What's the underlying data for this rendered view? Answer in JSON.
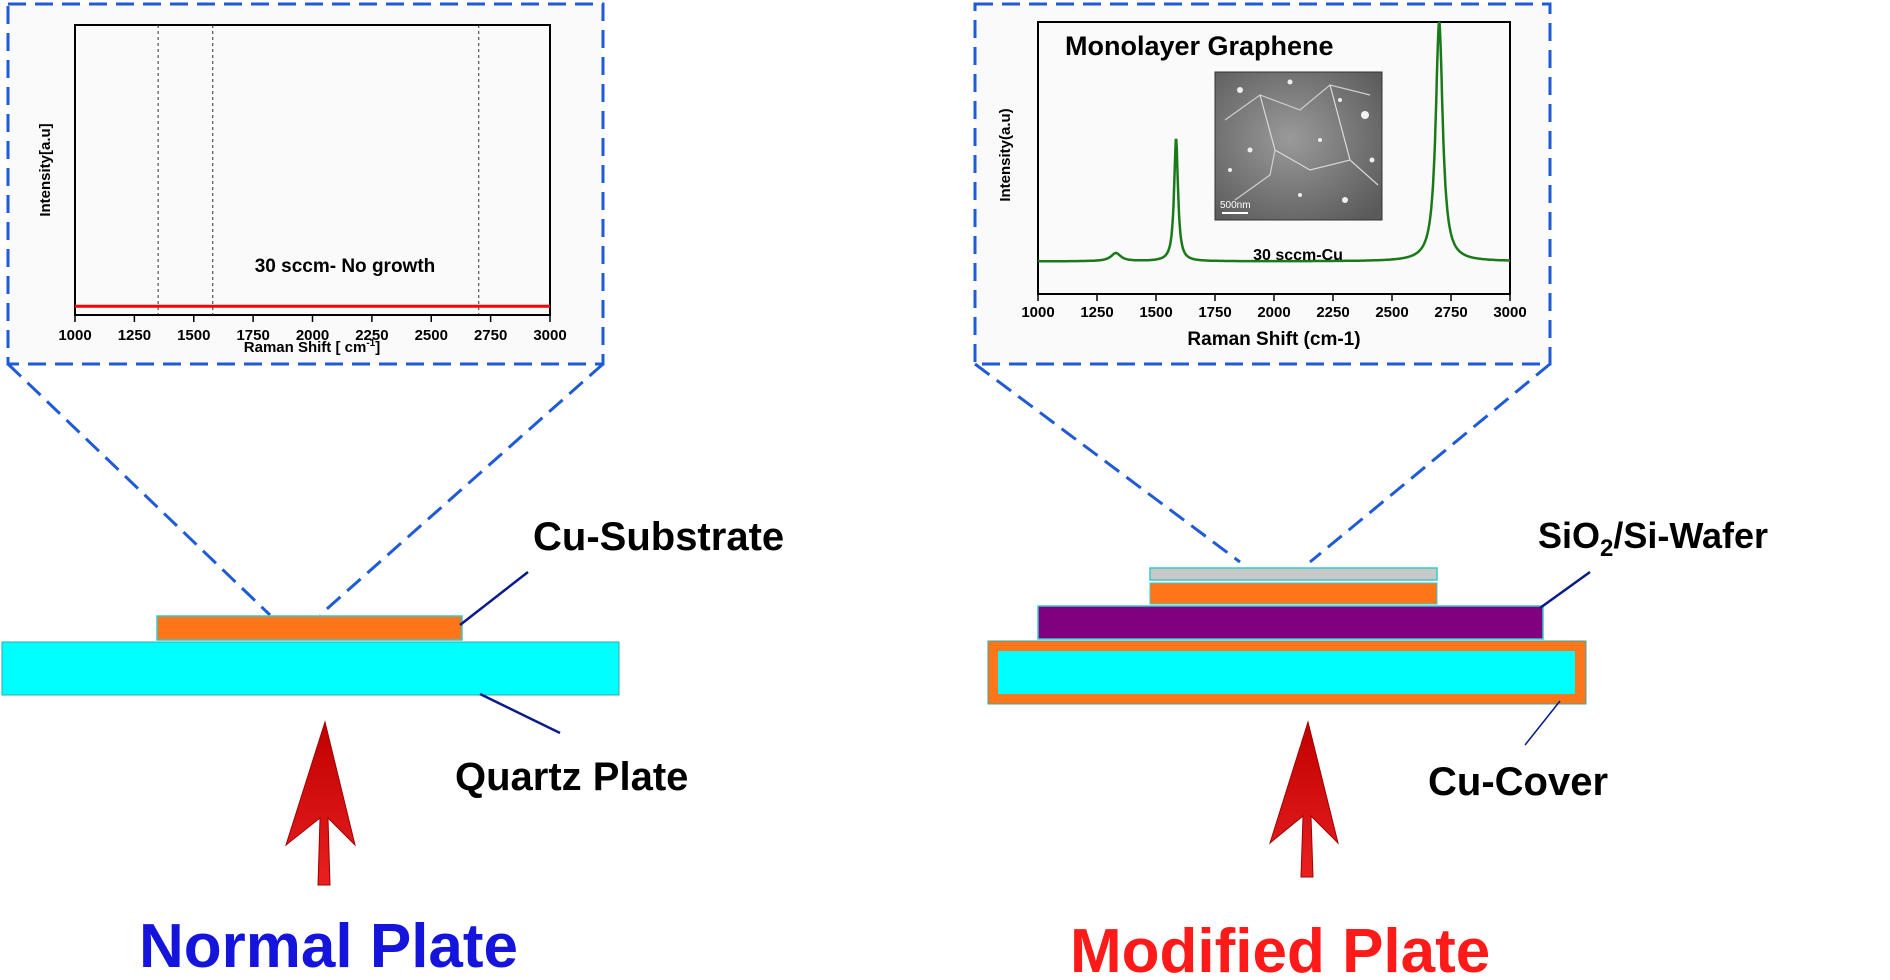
{
  "colors": {
    "quartz": "#00ffff",
    "copper": "#ff7519",
    "wafer": "#800080",
    "wafer_top": "#c8c8c8",
    "zoom_frame": "#1f5bd6",
    "leader": "#0a1a8a",
    "arrow": "#d40000",
    "normal_title": "#1414dc",
    "modified_title": "#ff1a1a",
    "no_growth_line": "#ff0000",
    "graphene_line": "#1a7a1a"
  },
  "left": {
    "title": "Normal Plate",
    "labels": {
      "substrate": "Cu-Substrate",
      "plate": "Quartz Plate"
    },
    "heat_arrow_icon": "up-arrow-icon"
  },
  "right": {
    "title": "Modified Plate",
    "labels": {
      "wafer_prefix": "SiO",
      "wafer_sub": "2",
      "wafer_suffix": "/Si-Wafer",
      "cover": "Cu-Cover"
    },
    "heat_arrow_icon": "up-arrow-icon",
    "inset_image": {
      "scale_bar_text": "500nm"
    }
  },
  "chart_data": [
    {
      "type": "line",
      "title": "",
      "xlabel_main": "Raman Shift [ cm",
      "xlabel_sup": "-1",
      "xlabel_end": "]",
      "ylabel": "Intensity[a.u]",
      "annotation": "30 sccm- No growth",
      "xlim": [
        1000,
        3000
      ],
      "ylim": [
        0,
        1
      ],
      "xticks": [
        1000,
        1250,
        1500,
        1750,
        2000,
        2250,
        2500,
        2750,
        3000
      ],
      "vlines": [
        1350,
        1580,
        2700
      ],
      "series": [
        {
          "x": [
            1000,
            3000
          ],
          "y": [
            0.03,
            0.03
          ]
        }
      ]
    },
    {
      "type": "line",
      "title": "Monolayer Graphene",
      "xlabel": "Raman Shift (cm-1)",
      "ylabel": "Intensity(a.u)",
      "annotation": "30 sccm-Cu",
      "xlim": [
        1000,
        3000
      ],
      "ylim": [
        0,
        1
      ],
      "xticks": [
        1000,
        1250,
        1500,
        1750,
        2000,
        2250,
        2500,
        2750,
        3000
      ],
      "series": [
        {
          "peaks": [
            {
              "center": 1330,
              "height": 0.03,
              "width": 25
            },
            {
              "center": 1585,
              "height": 0.45,
              "width": 10
            },
            {
              "center": 2700,
              "height": 0.88,
              "width": 18
            }
          ],
          "baseline": 0.12
        }
      ]
    }
  ]
}
